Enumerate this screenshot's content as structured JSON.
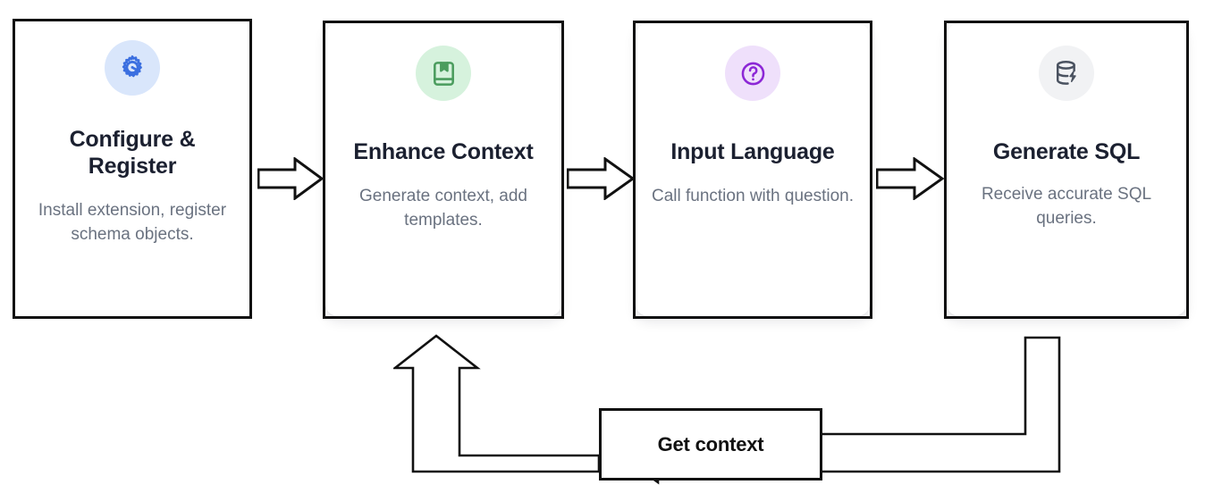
{
  "diagram": {
    "title_text_present": false,
    "steps": [
      {
        "title": "Configure & Register",
        "description": "Install extension, register schema objects.",
        "icon": "gear-icon",
        "icon_color": "#3b6fe0",
        "icon_bg": "#d9e6fb"
      },
      {
        "title": "Enhance Context",
        "description": "Generate context, add templates.",
        "icon": "book-bookmark-icon",
        "icon_color": "#4a9c5d",
        "icon_bg": "#d6f2dd"
      },
      {
        "title": "Input Language",
        "description": "Call function with question.",
        "icon": "question-circle-icon",
        "icon_color": "#8c27d6",
        "icon_bg": "#efe0fb"
      },
      {
        "title": "Generate SQL",
        "description": "Receive accurate SQL queries.",
        "icon": "database-bolt-icon",
        "icon_color": "#4a5260",
        "icon_bg": "#f1f2f4"
      }
    ],
    "connectors": [
      {
        "name": "arrow-step1-to-step2",
        "direction": "right"
      },
      {
        "name": "arrow-step2-to-step3",
        "direction": "right"
      },
      {
        "name": "arrow-step3-to-step4",
        "direction": "right"
      }
    ],
    "feedback": {
      "box_label": "Get context",
      "inbound_arrow_direction": "left",
      "outbound_arrow_direction": "up",
      "from_step": "Generate SQL",
      "to_step": "Enhance Context"
    },
    "colors": {
      "stroke": "#111111",
      "title_text": "#1b2030",
      "body_text": "#6a7280",
      "background": "#ffffff"
    }
  }
}
